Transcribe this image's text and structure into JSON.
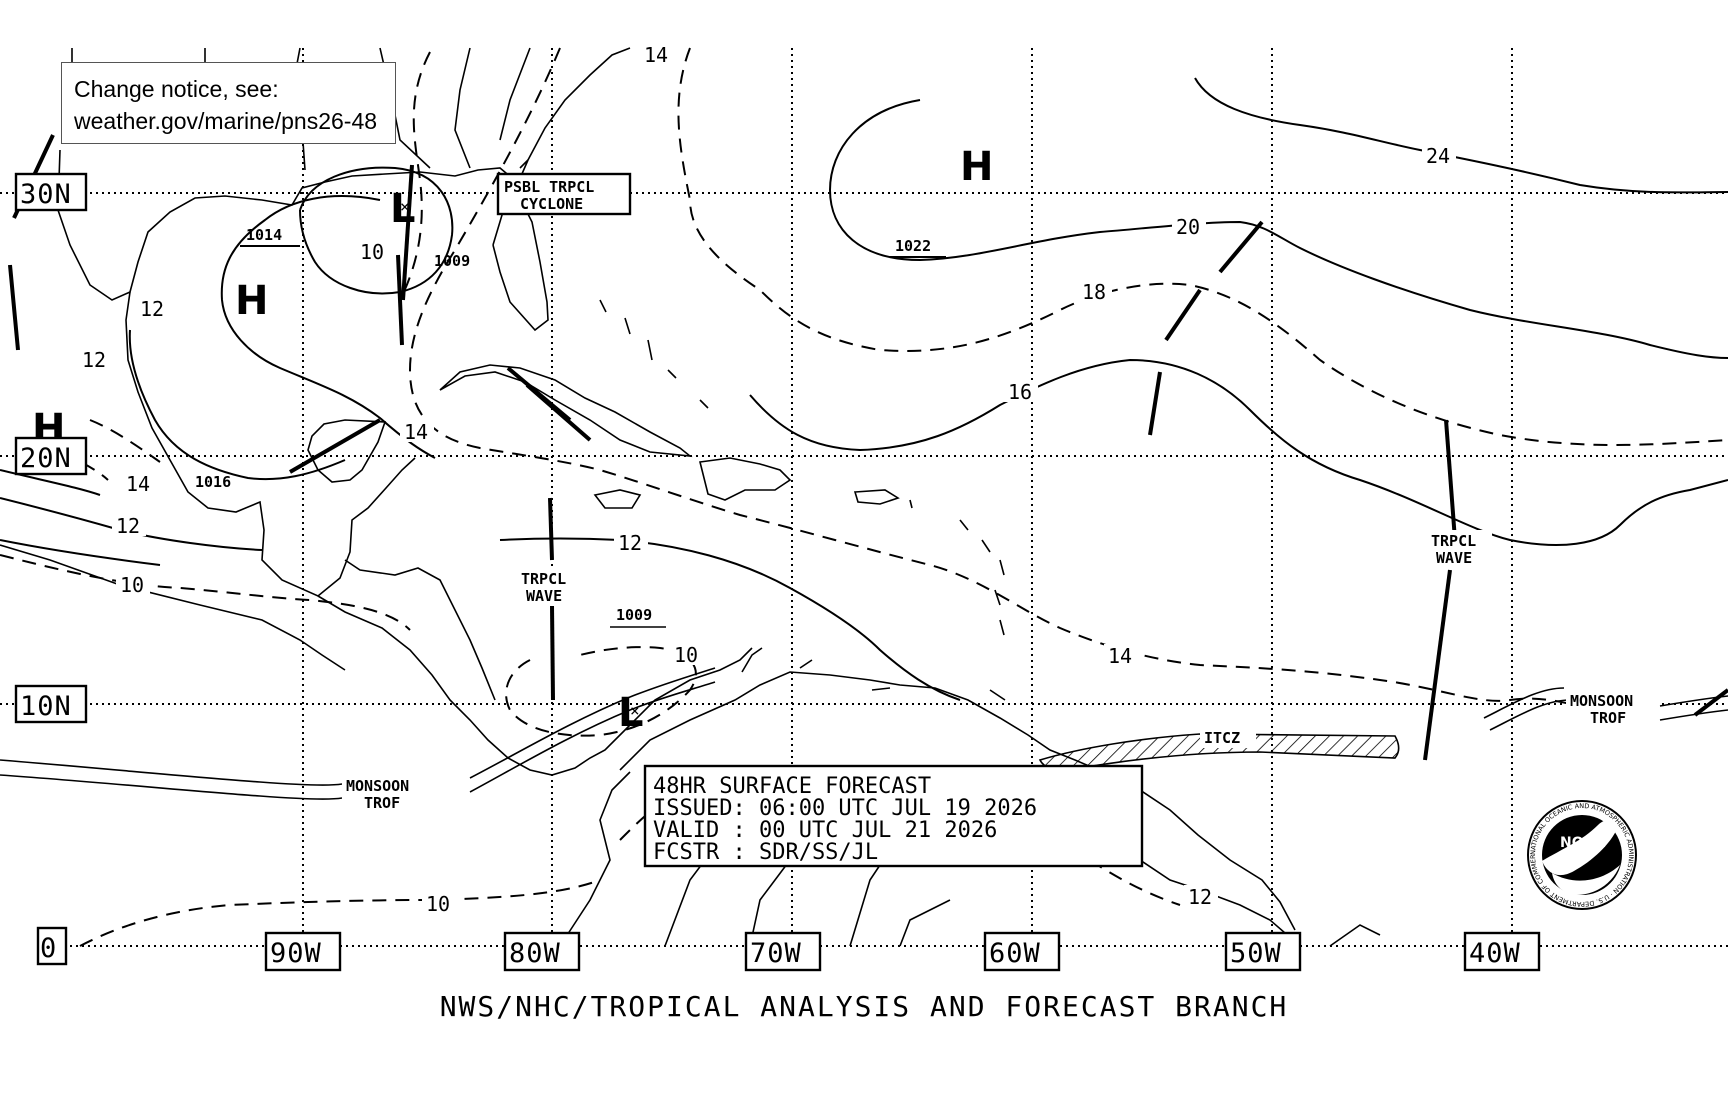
{
  "notice": {
    "line1": "Change notice, see:",
    "line2": "weather.gov/marine/pns26-48"
  },
  "forecast_box": {
    "line1": "48HR SURFACE FORECAST",
    "line2": "ISSUED: 06:00 UTC JUL 19 2026",
    "line3": "VALID : 00 UTC JUL 21 2026",
    "line4": "FCSTR : SDR/SS/JL"
  },
  "footer": "NWS/NHC/TROPICAL ANALYSIS AND FORECAST BRANCH",
  "grid": {
    "lat_labels": [
      "30N",
      "20N",
      "10N",
      "0"
    ],
    "lon_labels": [
      "90W",
      "80W",
      "70W",
      "60W",
      "50W",
      "40W"
    ]
  },
  "pressure_centers": [
    {
      "type": "H",
      "pressure": "1014"
    },
    {
      "type": "L",
      "pressure": "1009"
    },
    {
      "type": "H",
      "pressure": "1022"
    },
    {
      "type": "H",
      "pressure": "1016"
    },
    {
      "type": "L",
      "pressure": "1009"
    }
  ],
  "isobar_labels": [
    "24",
    "20",
    "18",
    "16",
    "14",
    "14",
    "14",
    "14",
    "12",
    "12",
    "12",
    "12",
    "12",
    "10",
    "10",
    "10",
    "10"
  ],
  "features": {
    "possible_cyclone": {
      "line1": "PSBL TRPCL",
      "line2": "CYCLONE"
    },
    "tropical_wave_west": {
      "line1": "TRPCL",
      "line2": "WAVE"
    },
    "tropical_wave_east": {
      "line1": "TRPCL",
      "line2": "WAVE"
    },
    "monsoon_trof_west": {
      "line1": "MONSOON",
      "line2": "TROF"
    },
    "monsoon_trof_east": {
      "line1": "MONSOON",
      "line2": "TROF"
    },
    "itcz": "ITCZ"
  },
  "logo": {
    "text": "NOAA",
    "ring_text": "NATIONAL OCEANIC AND ATMOSPHERIC ADMINISTRATION · U.S. DEPARTMENT OF COMMERCE"
  }
}
